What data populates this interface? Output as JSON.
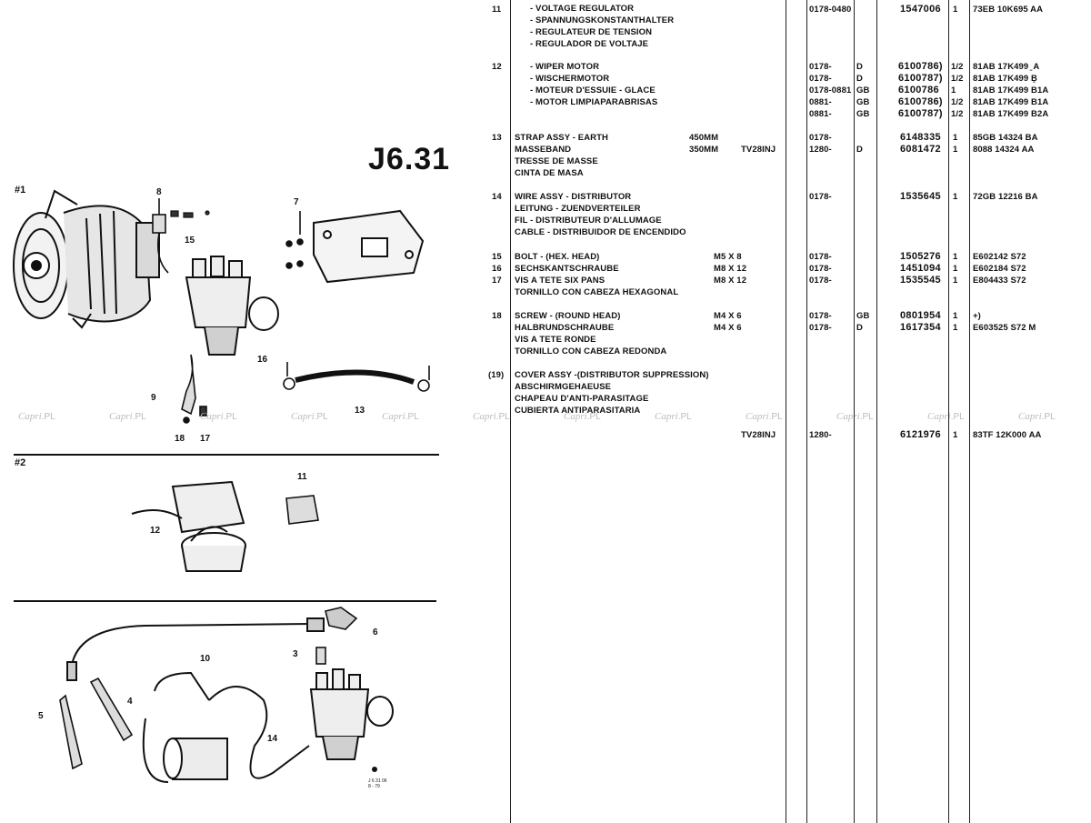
{
  "header": {
    "reference": "J6.31",
    "section_labels": [
      "#1",
      "#2"
    ],
    "small_code": [
      "J 6 31 06",
      "8 - 79"
    ]
  },
  "watermark": {
    "text": "Capri",
    "suffix": ".PL"
  },
  "callouts": [
    "8",
    "15",
    "7",
    "16",
    "9",
    "18",
    "17",
    "13",
    "11",
    "12",
    "6",
    "3",
    "10",
    "5",
    "4",
    "14"
  ],
  "rows": [
    {
      "ref": "11",
      "desc": [
        "- VOLTAGE REGULATOR",
        "- SPANNUNGSKONSTANTHALTER",
        "- REGULATEUR DE TENSION",
        "- REGULADOR DE VOLTAJE"
      ],
      "spec": "",
      "model": "",
      "date": [
        "0178-0480"
      ],
      "cc": [
        ""
      ],
      "part": [
        "1547006"
      ],
      "qty": [
        "1"
      ],
      "code": [
        "73EB 10K695 AA"
      ]
    },
    {
      "ref": "12",
      "desc": [
        "- WIPER MOTOR",
        "- WISCHERMOTOR",
        "- MOTEUR D'ESSUIE - GLACE",
        "- MOTOR LIMPIAPARABRISAS"
      ],
      "spec": "",
      "model": "",
      "date": [
        "0178-",
        "0178-",
        "0178-0881",
        "0881-",
        "0881-"
      ],
      "cc": [
        "D",
        "D",
        "GB",
        "GB",
        "GB"
      ],
      "part": [
        "6100786)",
        "6100787)",
        "6100786",
        "6100786)",
        "6100787)"
      ],
      "qty": [
        "1/2",
        "1/2",
        "1",
        "1/2",
        "1/2"
      ],
      "code": [
        "81AB 17K499 ̱ A",
        "81AB 17K499 Ḇ",
        "81AB 17K499 B1A",
        "81AB 17K499 B1A",
        "81AB 17K499 B2A"
      ]
    },
    {
      "ref": "13",
      "desc": [
        "STRAP ASSY - EARTH",
        "MASSEBAND",
        "TRESSE DE MASSE",
        "CINTA DE MASA"
      ],
      "spec": [
        "450MM",
        "350MM"
      ],
      "model": [
        "",
        "TV28INJ"
      ],
      "date": [
        "0178-",
        "1280-"
      ],
      "cc": [
        "",
        "D"
      ],
      "part": [
        "6148335",
        "6081472"
      ],
      "qty": [
        "1",
        "1"
      ],
      "code": [
        "85GB 14324 BA",
        "8088 14324 AA"
      ]
    },
    {
      "ref": "14",
      "desc": [
        "WIRE ASSY - DISTRIBUTOR",
        "LEITUNG - ZUENDVERTEILER",
        "FIL - DISTRIBUTEUR D'ALLUMAGE",
        "CABLE - DISTRIBUIDOR DE ENCENDIDO"
      ],
      "spec": "",
      "model": "",
      "date": [
        "0178-"
      ],
      "cc": [
        ""
      ],
      "part": [
        "1535645"
      ],
      "qty": [
        "1"
      ],
      "code": [
        "72GB 12216 BA"
      ]
    },
    {
      "ref": [
        "15",
        "16",
        "17"
      ],
      "desc": [
        "BOLT - (HEX. HEAD)",
        "SECHSKANTSCHRAUBE",
        "VIS A TETE SIX PANS",
        "TORNILLO CON CABEZA HEXAGONAL"
      ],
      "spec": [
        "M5 X 8",
        "M8 X 12",
        "M8 X 12"
      ],
      "model": "",
      "date": [
        "0178-",
        "0178-",
        "0178-"
      ],
      "cc": [
        "",
        "",
        ""
      ],
      "part": [
        "1505276",
        "1451094",
        "1535545"
      ],
      "qty": [
        "1",
        "1",
        "1"
      ],
      "code": [
        "E602142 S72",
        "E602184 S72",
        "E804433 S72"
      ]
    },
    {
      "ref": "18",
      "desc": [
        "SCREW - (ROUND HEAD)",
        "HALBRUNDSCHRAUBE",
        "VIS A TETE RONDE",
        "TORNILLO CON CABEZA REDONDA"
      ],
      "spec": [
        "M4 X 6",
        "M4 X 6"
      ],
      "model": "",
      "date": [
        "0178-",
        "0178-"
      ],
      "cc": [
        "GB",
        "D"
      ],
      "part": [
        "0801954",
        "1617354"
      ],
      "qty": [
        "1",
        "1"
      ],
      "code": [
        "+)",
        "E603525 S72 M"
      ]
    },
    {
      "ref": "(19)",
      "desc": [
        "COVER ASSY -(DISTRIBUTOR SUPPRESSION)",
        "ABSCHIRMGEHAEUSE",
        "CHAPEAU D'ANTI-PARASITAGE",
        "CUBIERTA ANTIPARASITARIA"
      ],
      "spec": "",
      "model": [
        "TV28INJ"
      ],
      "date": [
        "1280-"
      ],
      "cc": [
        ""
      ],
      "part": [
        "6121976"
      ],
      "qty": [
        "1"
      ],
      "code": [
        "83TF 12K000 AA"
      ]
    }
  ]
}
